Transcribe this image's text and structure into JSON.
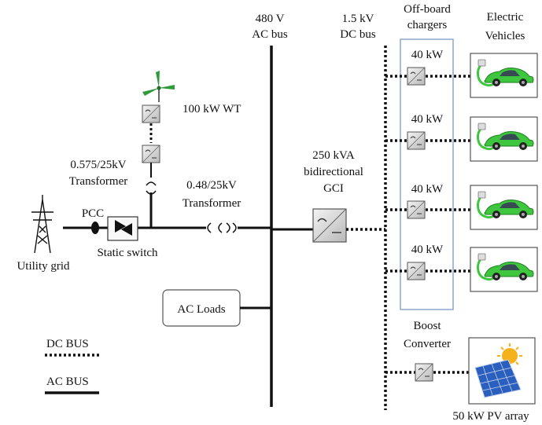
{
  "labels": {
    "ac_bus_voltage": "480 V",
    "ac_bus_name": "AC bus",
    "dc_bus_voltage": "1.5 kV",
    "dc_bus_name": "DC bus",
    "chargers_line1": "Off-board",
    "chargers_line2": "chargers",
    "ev_line1": "Electric",
    "ev_line2": "Vehicles",
    "wt": "100 kW WT",
    "tx1_line1": "0.575/25kV",
    "tx1_line2": "Transformer",
    "tx2_line1": "0.48/25kV",
    "tx2_line2": "Transformer",
    "gci_line1": "250 kVA",
    "gci_line2": "bidirectional",
    "gci_line3": "GCI",
    "pcc": "PCC",
    "static_switch": "Static switch",
    "utility_grid": "Utility grid",
    "ac_loads": "AC Loads",
    "boost_line1": "Boost",
    "boost_line2": "Converter",
    "pv": "50 kW PV array"
  },
  "chargers": [
    {
      "rating": "40 kW"
    },
    {
      "rating": "40 kW"
    },
    {
      "rating": "40 kW"
    },
    {
      "rating": "40 kW"
    }
  ],
  "legend": {
    "dc_bus": "DC BUS",
    "ac_bus": "AC BUS"
  },
  "colors": {
    "line": "#111111",
    "charger_box": "#8aa8c8",
    "car_body": "#3fc63f",
    "turbine": "#2e9a3a",
    "pv_panel": "#2a5fc0",
    "sun": "#f6b21b"
  }
}
